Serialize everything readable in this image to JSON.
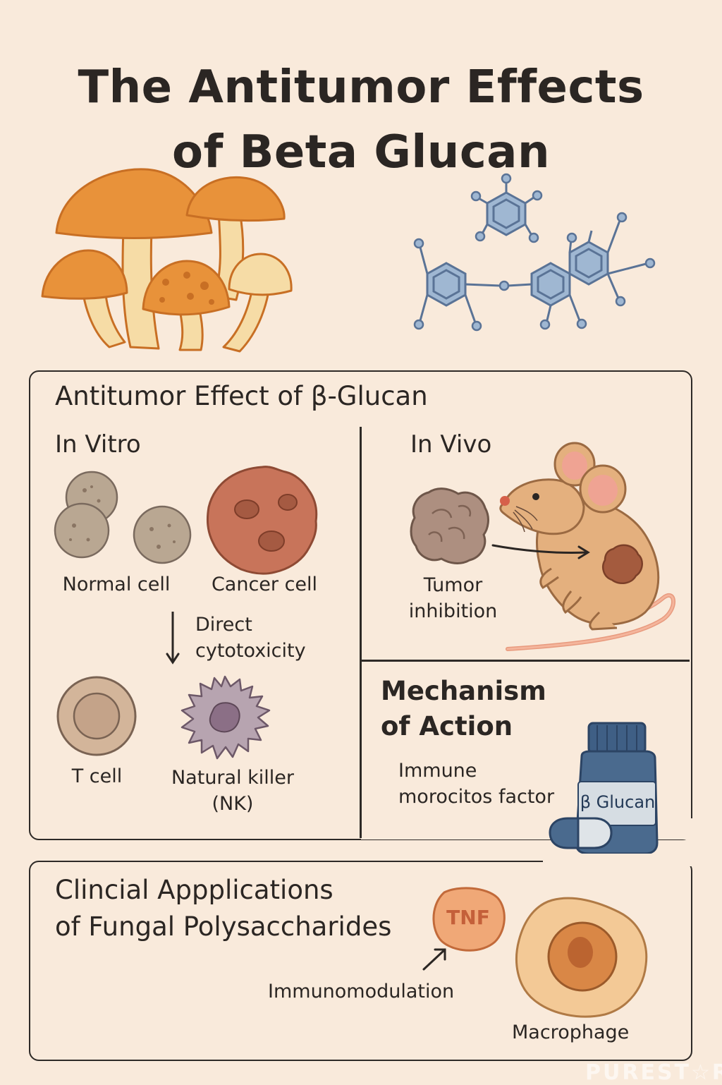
{
  "title": {
    "line1": "The Antitumor Effects",
    "line2": "of Beta Glucan"
  },
  "panel_main": {
    "heading": "Antitumor Effect of β-Glucan",
    "in_vitro": {
      "heading": "In Vitro",
      "normal_cell": "Normal cell",
      "cancer_cell": "Cancer cell",
      "arrow_label_1": "Direct",
      "arrow_label_2": "cytotoxicity",
      "t_cell": "T cell",
      "nk_1": "Natural killer",
      "nk_2": "(NK)"
    },
    "in_vivo": {
      "heading": "In Vivo",
      "tumor_1": "Tumor",
      "tumor_2": "inhibition"
    },
    "mechanism": {
      "heading_1": "Mechanism",
      "heading_2": "of Action",
      "label_1": "Immune",
      "label_2": "morocitos factor",
      "bottle_label": "β Glucan"
    }
  },
  "panel_clinical": {
    "heading_1": "Clincial Appplications",
    "heading_2": "of Fungal Polysaccharides",
    "tnf": "TNF",
    "immunomodulation": "Immunomodulation",
    "macrophage": "Macrophage"
  },
  "watermark": "PUREST☆R",
  "colors": {
    "background": "#f9eadb",
    "mushroom_cap": "#e8923a",
    "stem": "#f6dca6",
    "molecule": "#8fa9c6",
    "cancer_cell": "#c8745a",
    "mouse": "#e4b07e",
    "bottle": "#4a6a8e"
  }
}
